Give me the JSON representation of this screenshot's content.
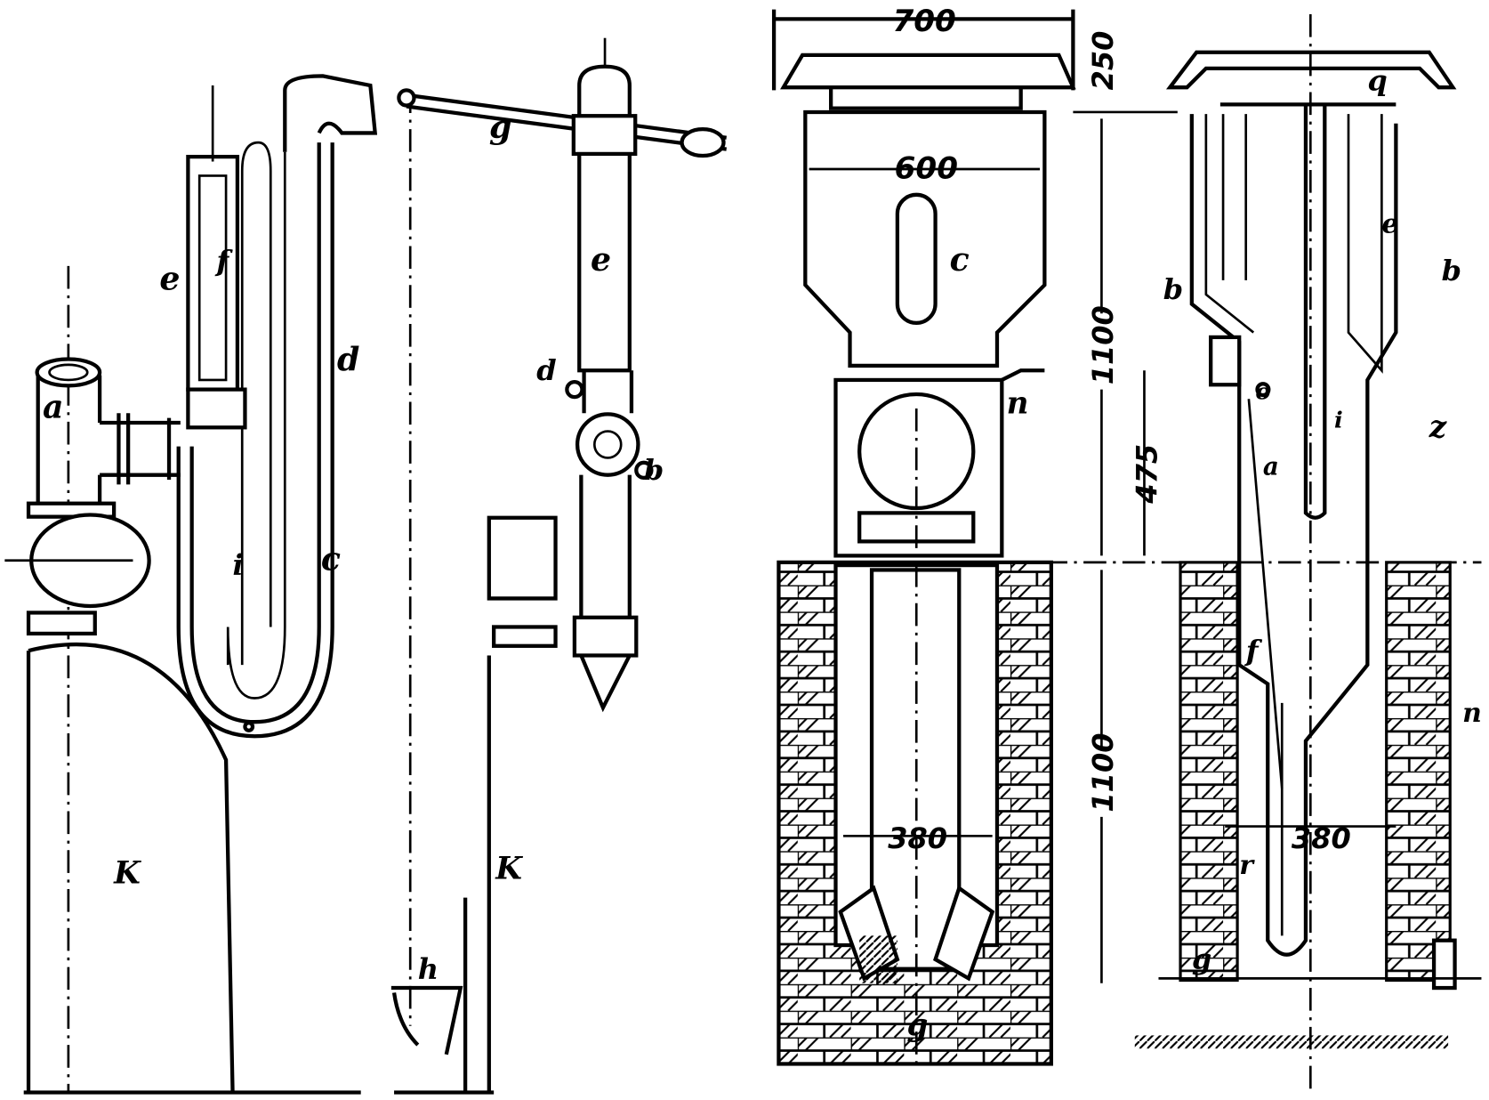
{
  "figure_1": {
    "labels": {
      "a": "a",
      "e": "e",
      "f": "f",
      "d": "d",
      "c": "c",
      "i": "i",
      "k": "K"
    }
  },
  "figure_2": {
    "labels": {
      "g": "g",
      "e": "e",
      "d": "d",
      "b": "b",
      "k": "K",
      "h": "h"
    }
  },
  "figure_3": {
    "dimensions": {
      "cap_width": "700",
      "body_width": "600",
      "shaft_width": "380"
    },
    "labels": {
      "c": "c",
      "n": "n",
      "g": "g"
    }
  },
  "figure_4": {
    "labels": {
      "q": "q",
      "b_left": "b",
      "b_right": "b",
      "e": "e",
      "o": "o",
      "a": "a",
      "i": "i",
      "z": "z",
      "f": "f",
      "n": "n",
      "r": "r",
      "g": "g"
    },
    "dimensions": {
      "shaft_width": "380"
    }
  },
  "dimensions": {
    "cap_height": "250",
    "upper_height": "1100",
    "mid_height": "475",
    "lower_height": "1100"
  }
}
